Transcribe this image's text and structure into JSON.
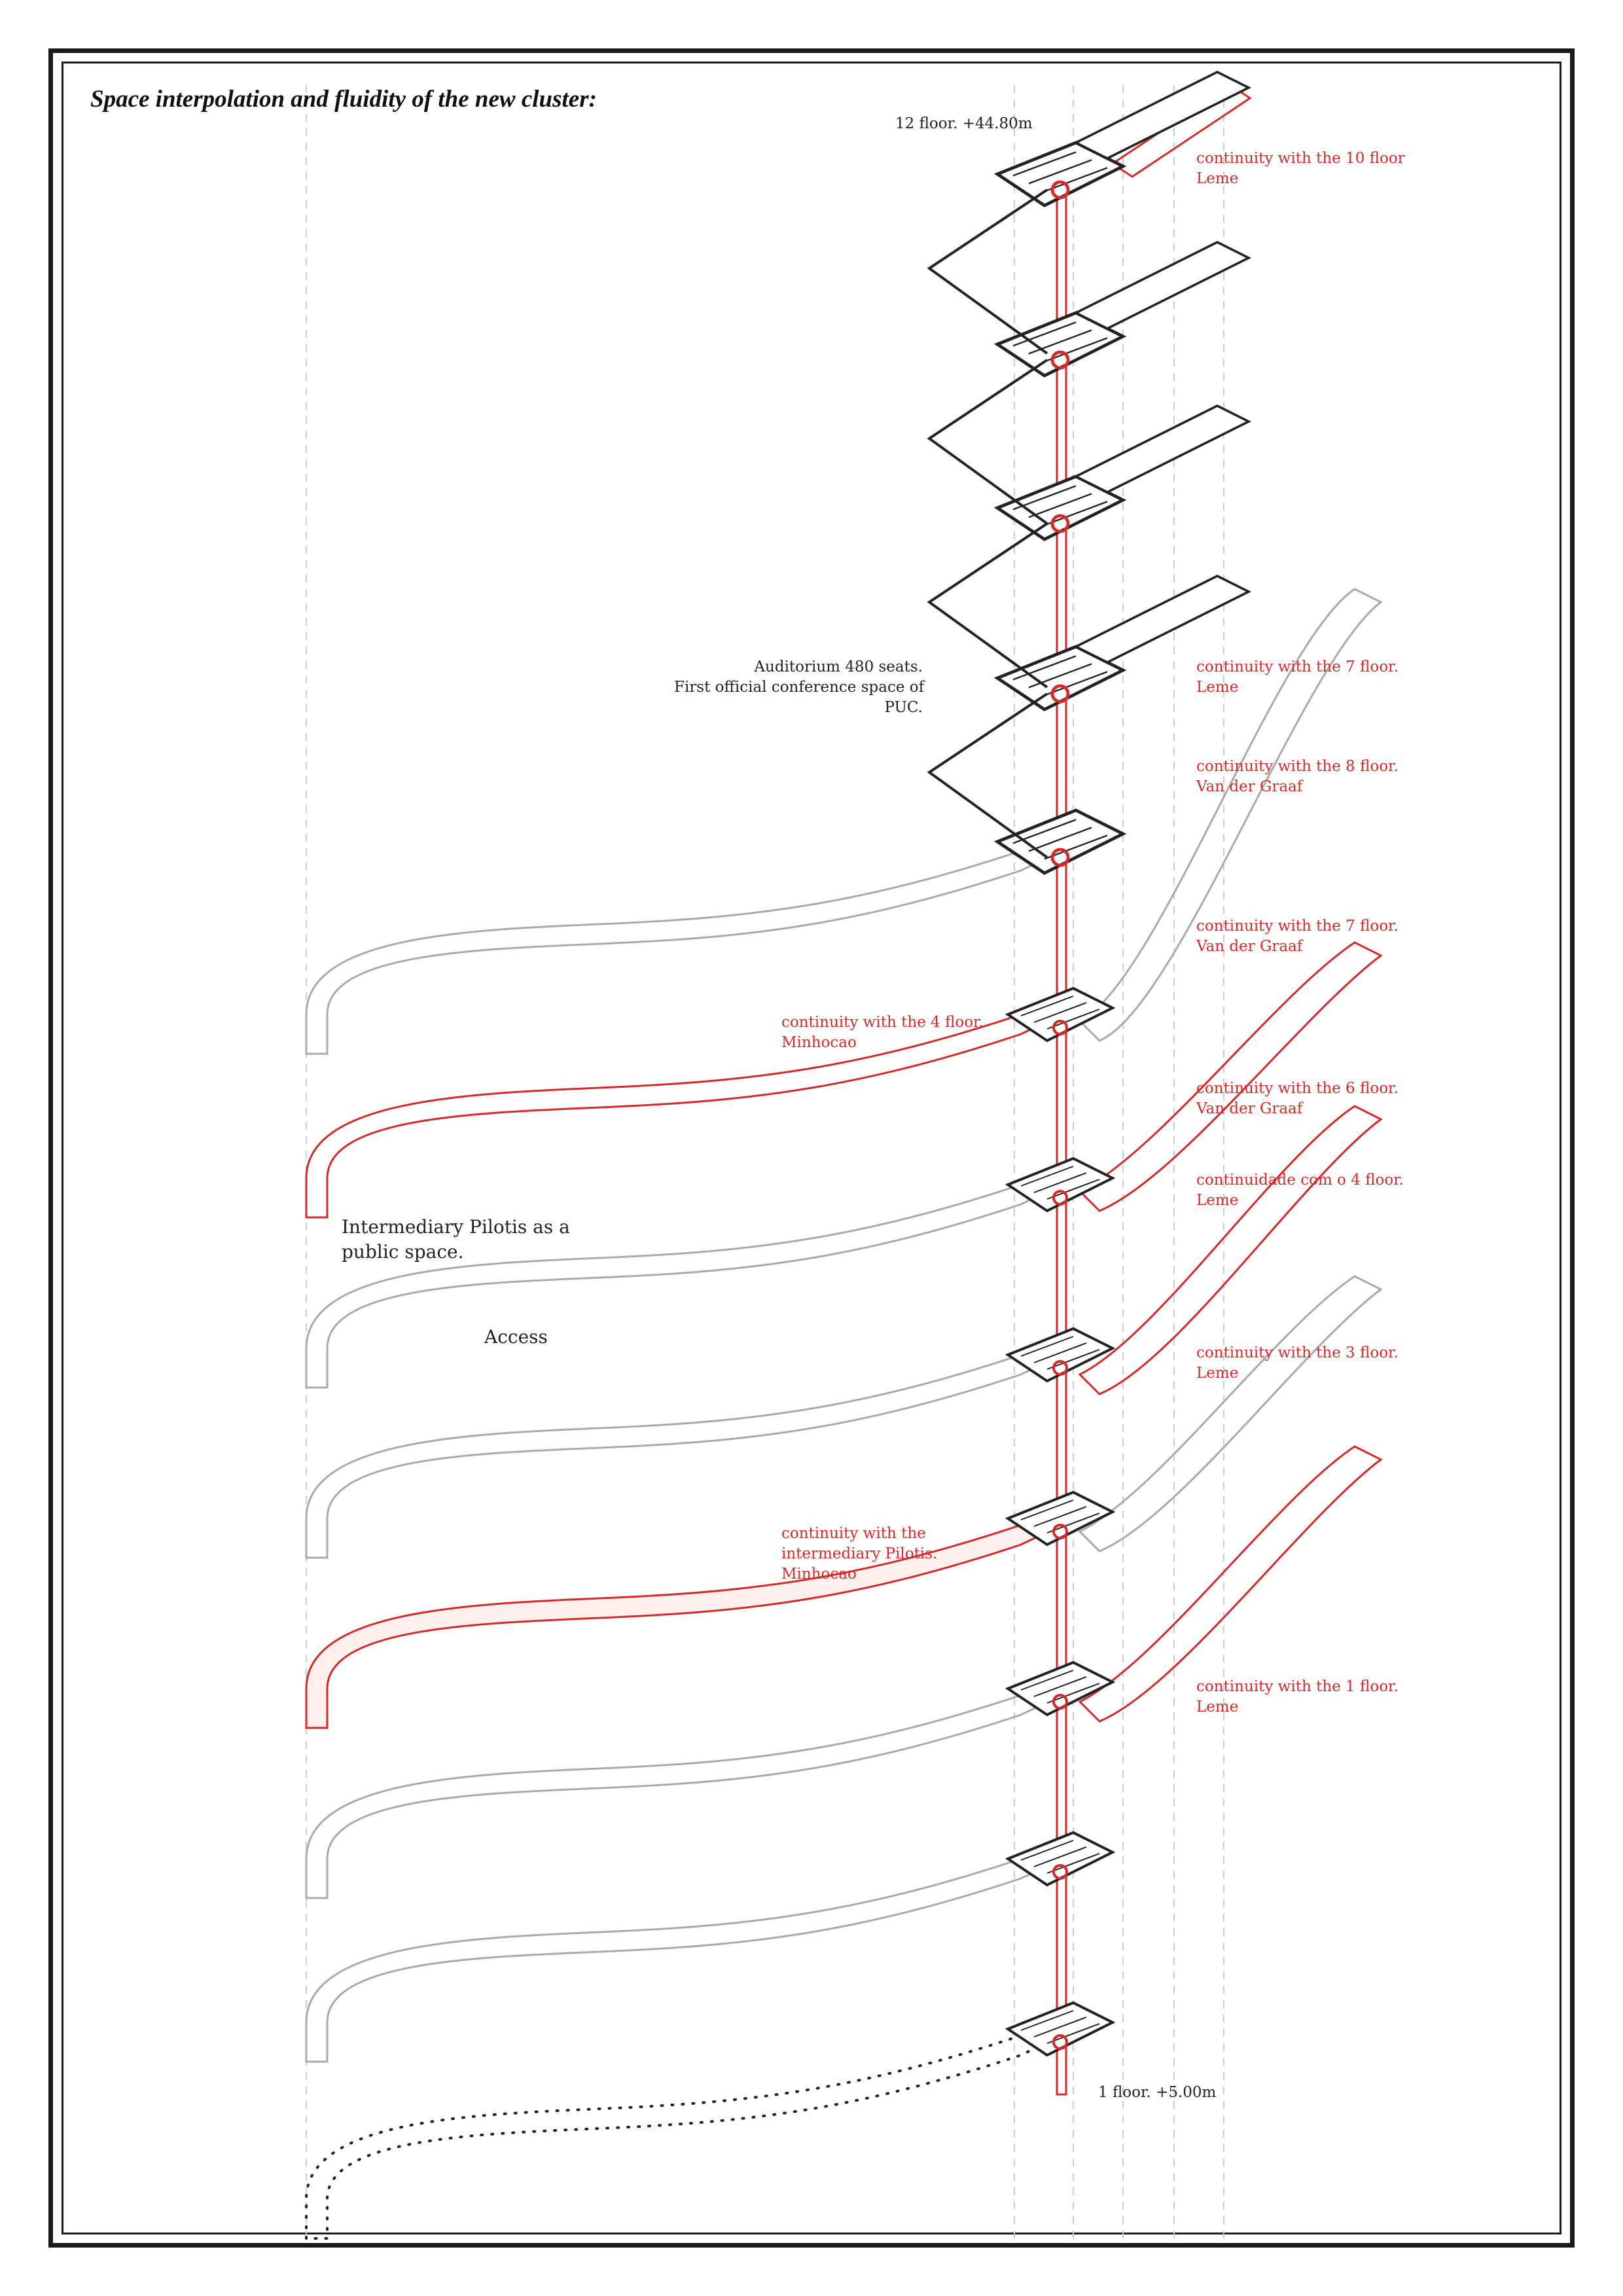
{
  "title": "Space interpolation and fluidity of the new cluster:",
  "levels": {
    "top": "12 floor. +44.80m",
    "bottom": "1 floor. +5.00m"
  },
  "annotations": {
    "auditorium": [
      "Auditorium 480 seats.",
      "First official conference space of",
      "PUC."
    ],
    "pilotis": [
      "Intermediary Pilotis as a",
      "public space."
    ],
    "access": "Access",
    "minhocao_4": [
      "continuity with the 4 floor.",
      "Minhocao"
    ],
    "minhocao_pilotis": [
      "continuity with the",
      "intermediary Pilotis.",
      "Minhocao"
    ]
  },
  "continuity_labels": [
    {
      "line1": "continuity with the 10 floor",
      "line2": "Leme"
    },
    {
      "line1": "continuity with the 7 floor.",
      "line2": "Leme"
    },
    {
      "line1": "continuity with the 8 floor.",
      "line2": "Van der Graaf"
    },
    {
      "line1": "continuity with the 7 floor.",
      "line2": "Van der Graaf"
    },
    {
      "line1": "continuity with the 6 floor.",
      "line2": "Van der Graaf"
    },
    {
      "line1": "continuidade com o 4 floor.",
      "line2": "Leme"
    },
    {
      "line1": "continuity with the 3 floor.",
      "line2": "Leme"
    },
    {
      "line1": "continuity with the 1 floor.",
      "line2": "Leme"
    }
  ],
  "colors": {
    "accent": "#d42a2a",
    "line": "#222222",
    "grey": "#aaaaaa",
    "dash": "#cccccc"
  }
}
